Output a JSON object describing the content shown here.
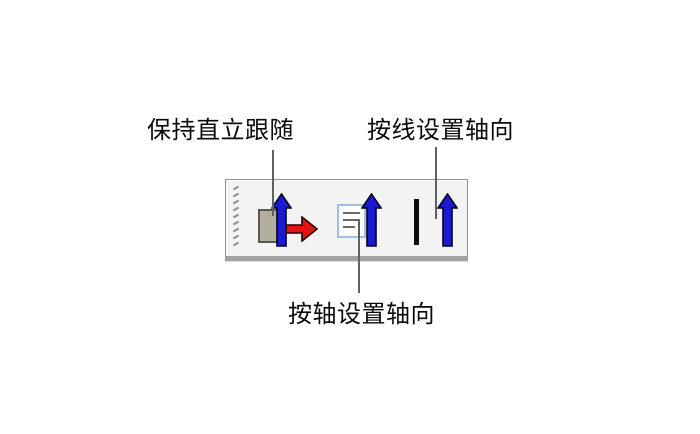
{
  "window": {
    "background": "#ffffff",
    "description_note": ""
  },
  "callouts": [
    {
      "label": "保持直立跟随",
      "target": "keep-upright-follow-button",
      "position": "top-left"
    },
    {
      "label": "按线设置轴向",
      "target": "set-axis-by-line-button",
      "position": "top-right"
    },
    {
      "label": "按轴设置轴向",
      "target": "set-axis-by-axis-button",
      "position": "bottom"
    }
  ],
  "toolbar": {
    "buttons": [
      {
        "name": "keep-upright-follow",
        "label": "保持直立跟随",
        "icon": "plane-with-blue-up-arrow-and-red-right-arrow"
      },
      {
        "name": "set-axis-by-axis",
        "label": "按轴设置轴向",
        "icon": "form-panel-with-blue-up-arrow"
      },
      {
        "name": "set-axis-by-line",
        "label": "按线设置轴向",
        "icon": "black-line-with-blue-up-arrow"
      }
    ]
  },
  "colors": {
    "arrow_blue": "#1a1ace",
    "arrow_blue_outline": "#000022",
    "arrow_red": "#e21313",
    "arrow_red_outline": "#2a0000",
    "plane_tan": "#b5ae9f",
    "form_border": "#a3bedd",
    "toolbar_bg": "#f3f3f3",
    "toolbar_border": "#929292",
    "leader_line": "#606060",
    "label_text": "#0a0a0a"
  }
}
